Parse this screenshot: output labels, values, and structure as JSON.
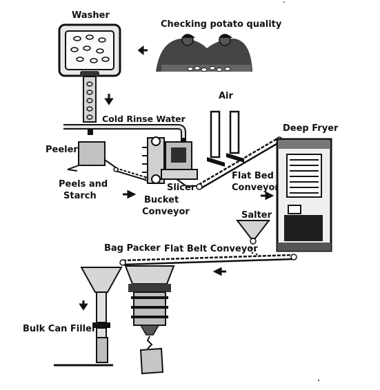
{
  "diagram": {
    "labels": {
      "washer": "Washer",
      "checking": "Checking potato quality",
      "air": "Air",
      "cold_rinse": "Cold Rinse Water",
      "deep_fryer": "Deep Fryer",
      "peeler": "Peeler",
      "flat_bed_1": "Flat Bed",
      "flat_bed_2": "Conveyor",
      "peels_1": "Peels and",
      "peels_2": "Starch",
      "slicer": "Slicer",
      "bucket_1": "Bucket",
      "bucket_2": "Conveyor",
      "salter": "Salter",
      "bag_packer": "Bag Packer",
      "flat_belt": "Flat Belt Conveyor",
      "bulk_can": "Bulk Can Filler"
    }
  },
  "colors": {
    "ink": "#111111",
    "paper": "#ffffff",
    "gray": "#bdbdbd",
    "dark": "#3a3a3a"
  }
}
